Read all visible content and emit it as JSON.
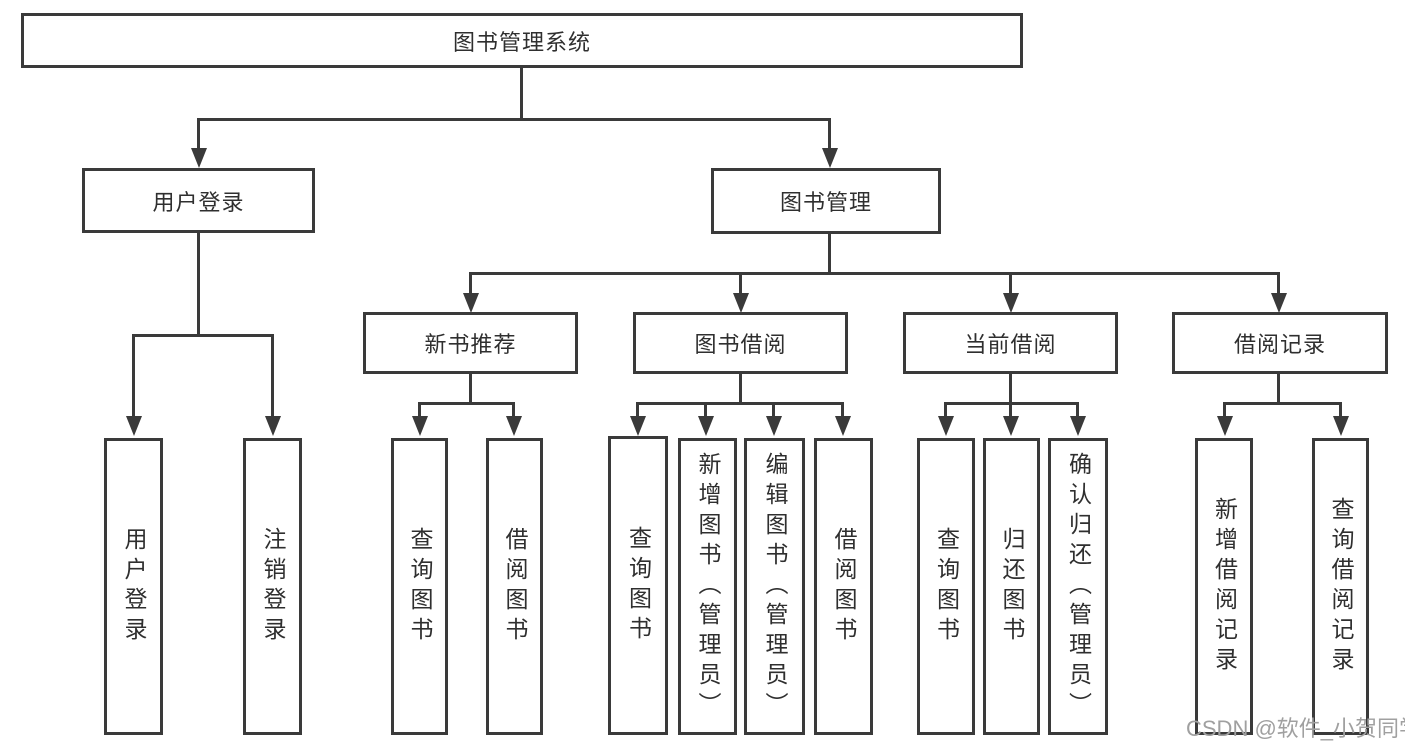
{
  "colors": {
    "line": "#3a3a3a",
    "text": "#2f2f2f",
    "background": "#ffffff",
    "watermark": "#a0a0a0"
  },
  "watermark": {
    "text": "CSDN @软件_小贺同学"
  },
  "tree": {
    "label": "图书管理系统",
    "children": [
      {
        "label": "用户登录",
        "children": [
          {
            "label": "用户登录"
          },
          {
            "label": "注销登录"
          }
        ]
      },
      {
        "label": "图书管理",
        "children": [
          {
            "label": "新书推荐",
            "children": [
              {
                "label": "查询图书"
              },
              {
                "label": "借阅图书"
              }
            ]
          },
          {
            "label": "图书借阅",
            "children": [
              {
                "label": "查询图书"
              },
              {
                "label": "新增图书（管理员）"
              },
              {
                "label": "编辑图书（管理员）"
              },
              {
                "label": "借阅图书"
              }
            ]
          },
          {
            "label": "当前借阅",
            "children": [
              {
                "label": "查询图书"
              },
              {
                "label": "归还图书"
              },
              {
                "label": "确认归还（管理员）"
              }
            ]
          },
          {
            "label": "借阅记录",
            "children": [
              {
                "label": "新增借阅记录"
              },
              {
                "label": "查询借阅记录"
              }
            ]
          }
        ]
      }
    ]
  }
}
